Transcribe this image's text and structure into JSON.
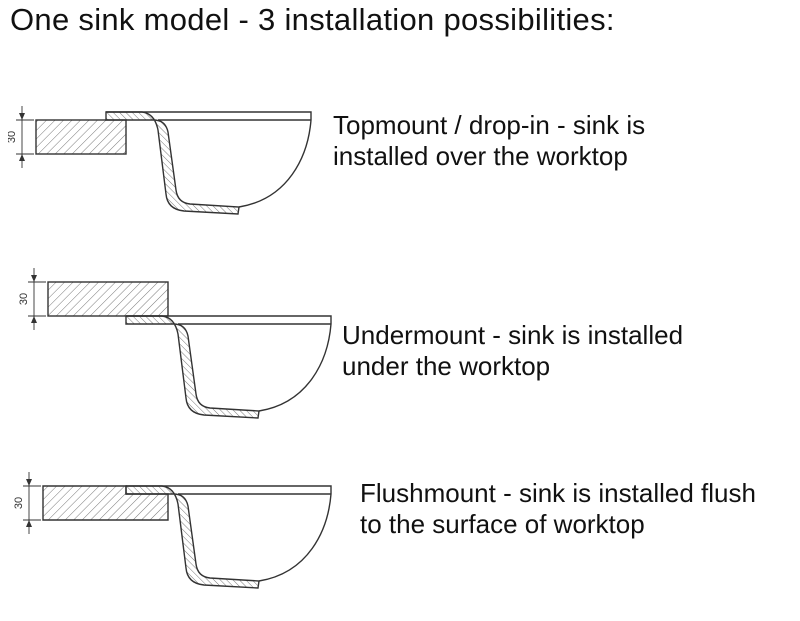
{
  "title": "One sink model - 3 installation possibilities:",
  "diagrams": [
    {
      "name": "topmount",
      "caption": "Topmount / drop-in - sink is installed over the worktop",
      "dimension_label": "30"
    },
    {
      "name": "undermount",
      "caption": "Undermount - sink is installed under the worktop",
      "dimension_label": "30"
    },
    {
      "name": "flushmount",
      "caption": "Flushmount - sink is installed flush to the surface of worktop",
      "dimension_label": "30"
    }
  ],
  "colors": {
    "background": "#ffffff",
    "line": "#333333",
    "hatch": "#6a6a6a",
    "text": "#111111"
  }
}
